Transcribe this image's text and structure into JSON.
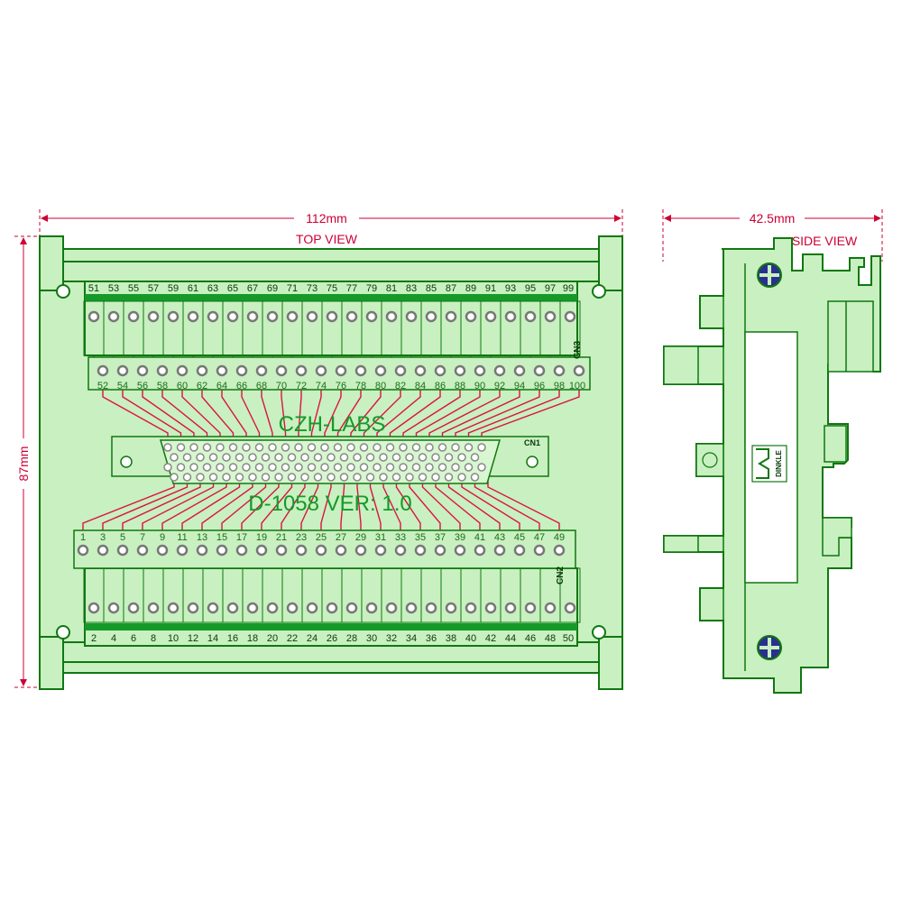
{
  "top_view": {
    "title": "TOP VIEW",
    "width_dim": "112mm",
    "height_dim": "87mm",
    "brand": "CZH-LABS",
    "model": "D-1058 VER: 1.0",
    "connectors": {
      "cn1": "CN1",
      "cn2": "CN2",
      "cn3": "CN3"
    },
    "pins_top_row": [
      "51",
      "53",
      "55",
      "57",
      "59",
      "61",
      "63",
      "65",
      "67",
      "69",
      "71",
      "73",
      "75",
      "77",
      "79",
      "81",
      "83",
      "85",
      "87",
      "89",
      "91",
      "93",
      "95",
      "97",
      "99"
    ],
    "pins_top_inner": [
      "52",
      "54",
      "56",
      "58",
      "60",
      "62",
      "64",
      "66",
      "68",
      "70",
      "72",
      "74",
      "76",
      "78",
      "80",
      "82",
      "84",
      "86",
      "88",
      "90",
      "92",
      "94",
      "96",
      "98",
      "100"
    ],
    "pins_bottom_inner": [
      "1",
      "3",
      "5",
      "7",
      "9",
      "11",
      "13",
      "15",
      "17",
      "19",
      "21",
      "23",
      "25",
      "27",
      "29",
      "31",
      "33",
      "35",
      "37",
      "39",
      "41",
      "43",
      "45",
      "47",
      "49"
    ],
    "pins_bottom_row": [
      "2",
      "4",
      "6",
      "8",
      "10",
      "12",
      "14",
      "16",
      "18",
      "20",
      "22",
      "24",
      "26",
      "28",
      "30",
      "32",
      "34",
      "36",
      "38",
      "40",
      "42",
      "44",
      "46",
      "48",
      "50"
    ]
  },
  "side_view": {
    "title": "SIDE VIEW",
    "width_dim": "42.5mm",
    "brand_mark": "DINKLE"
  },
  "colors": {
    "board": "#c8f0c0",
    "outline": "#117711",
    "strip": "#159a2a",
    "trace": "#dd1144",
    "pin_text": "#0a3a0a",
    "dimension": "#cc0033",
    "silk_text": "#1e6b1e",
    "screw": "#2a2f8f"
  }
}
